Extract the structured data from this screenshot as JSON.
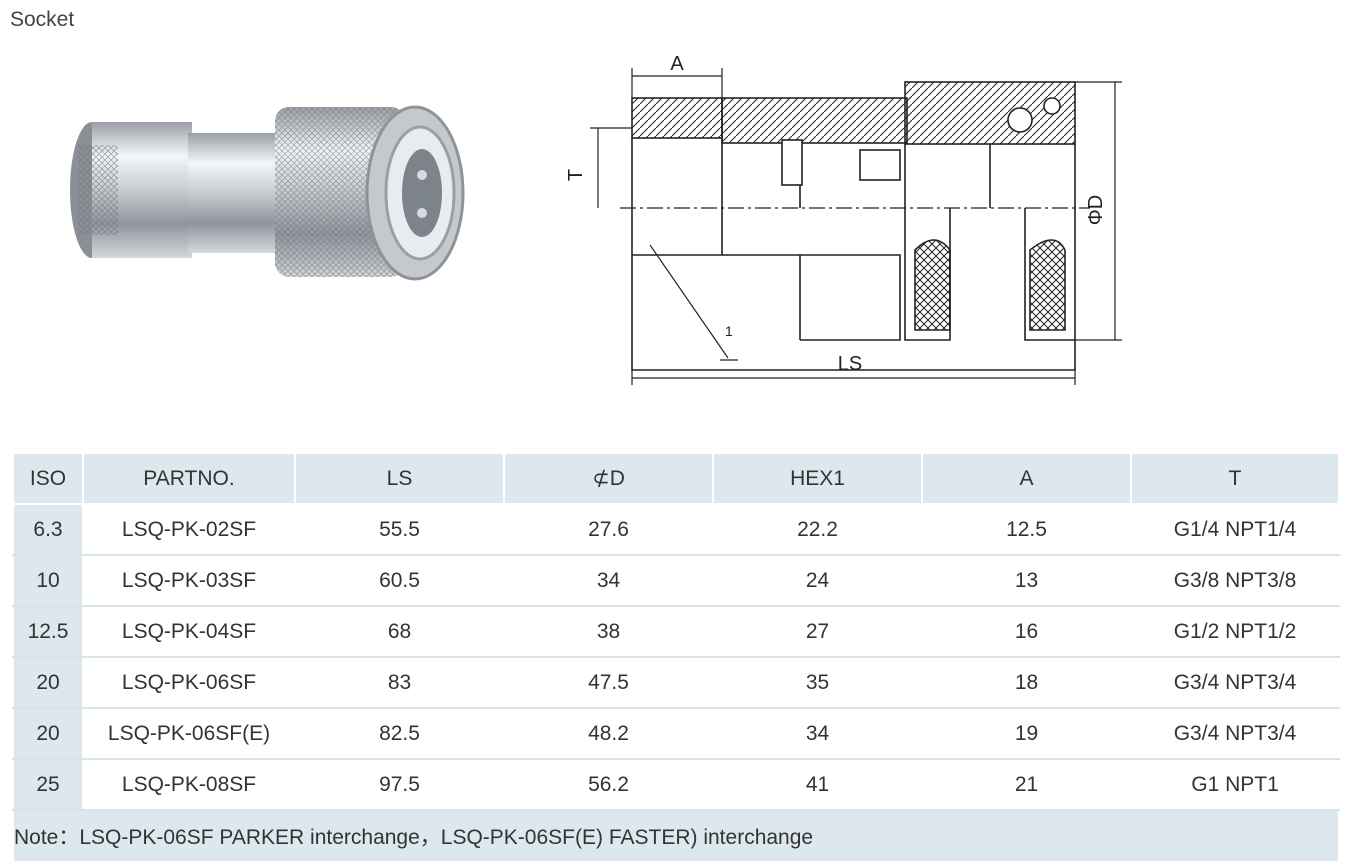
{
  "title": "Socket",
  "drawing_labels": {
    "a": "A",
    "t": "T",
    "d": "ΦD",
    "ls": "LS",
    "ref": "1"
  },
  "table": {
    "headers": [
      "ISO",
      "PARTNO.",
      "LS",
      "⊄D",
      "HEX1",
      "A",
      "T"
    ],
    "rows": [
      [
        "6.3",
        "LSQ-PK-02SF",
        "55.5",
        "27.6",
        "22.2",
        "12.5",
        "G1/4 NPT1/4"
      ],
      [
        "10",
        "LSQ-PK-03SF",
        "60.5",
        "34",
        "24",
        "13",
        "G3/8 NPT3/8"
      ],
      [
        "12.5",
        "LSQ-PK-04SF",
        "68",
        "38",
        "27",
        "16",
        "G1/2 NPT1/2"
      ],
      [
        "20",
        "LSQ-PK-06SF",
        "83",
        "47.5",
        "35",
        "18",
        "G3/4 NPT3/4"
      ],
      [
        "20",
        "LSQ-PK-06SF(E)",
        "82.5",
        "48.2",
        "34",
        "19",
        "G3/4 NPT3/4"
      ],
      [
        "25",
        "LSQ-PK-08SF",
        "97.5",
        "56.2",
        "41",
        "21",
        "G1 NPT1"
      ]
    ],
    "note": "Note：LSQ-PK-06SF PARKER interchange，LSQ-PK-06SF(E) FASTER) interchange"
  }
}
